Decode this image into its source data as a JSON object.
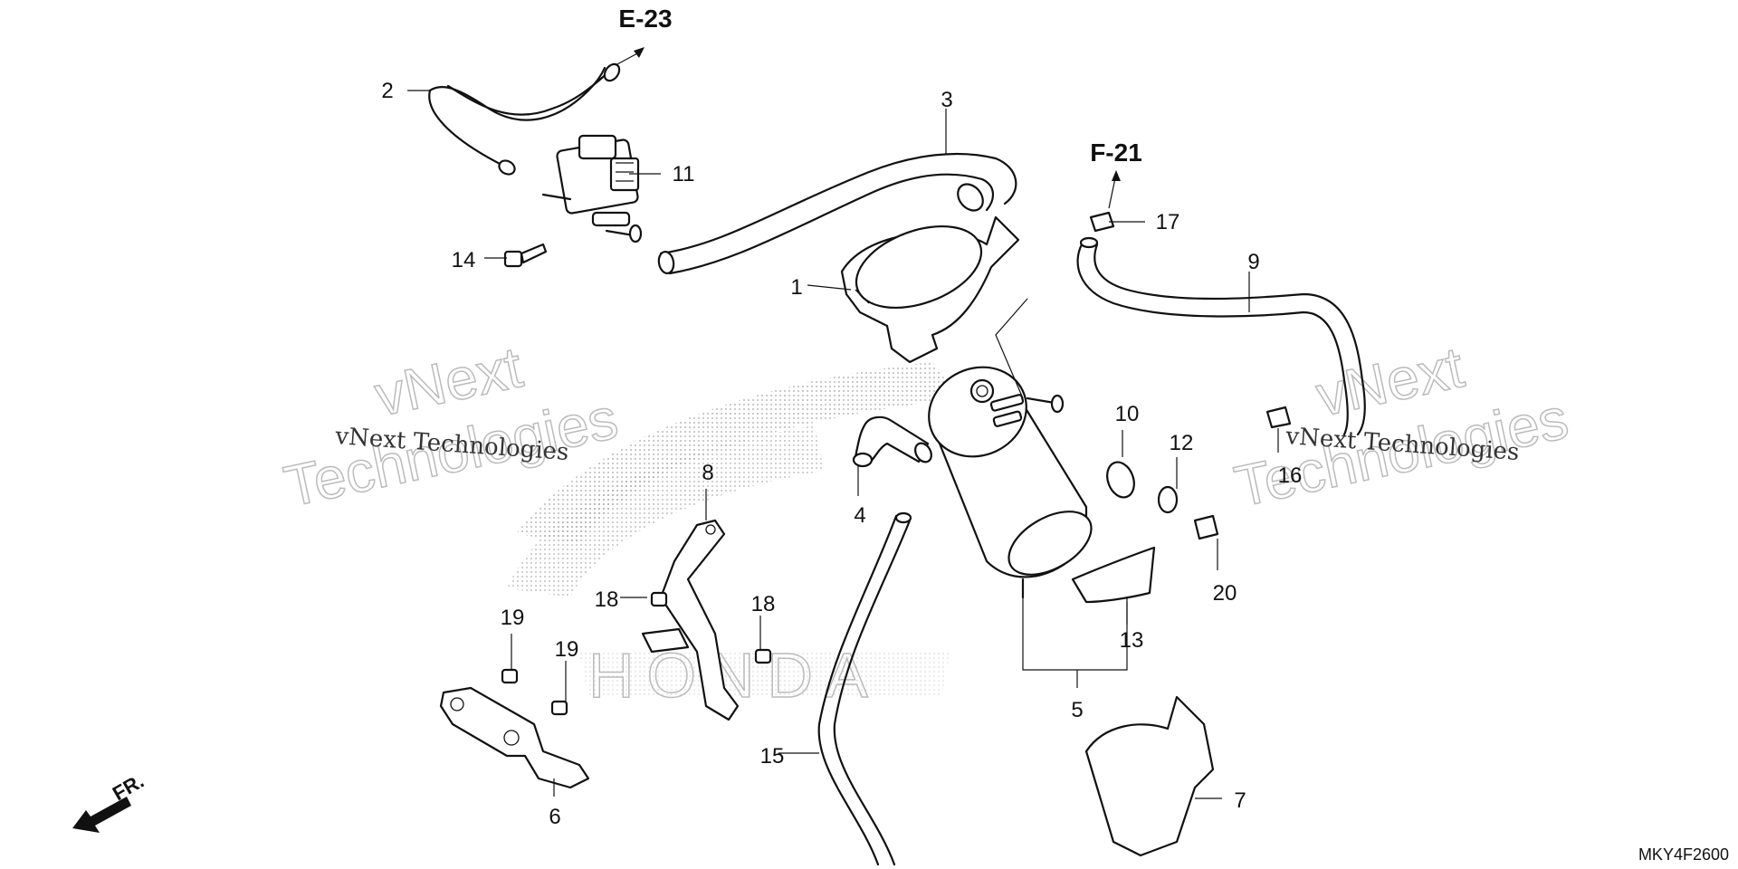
{
  "diagram": {
    "part_code": "MKY4F2600",
    "references": [
      "E-23",
      "F-21"
    ],
    "callouts": [
      "1",
      "2",
      "3",
      "4",
      "5",
      "6",
      "7",
      "8",
      "9",
      "10",
      "11",
      "12",
      "13",
      "14",
      "15",
      "16",
      "17",
      "18",
      "18",
      "19",
      "19",
      "20"
    ],
    "watermark": {
      "line1": "vNext",
      "line2": "Technologies",
      "full": "vNext Technologies"
    },
    "direction_label": "FR.",
    "background_logo": "HONDA"
  }
}
